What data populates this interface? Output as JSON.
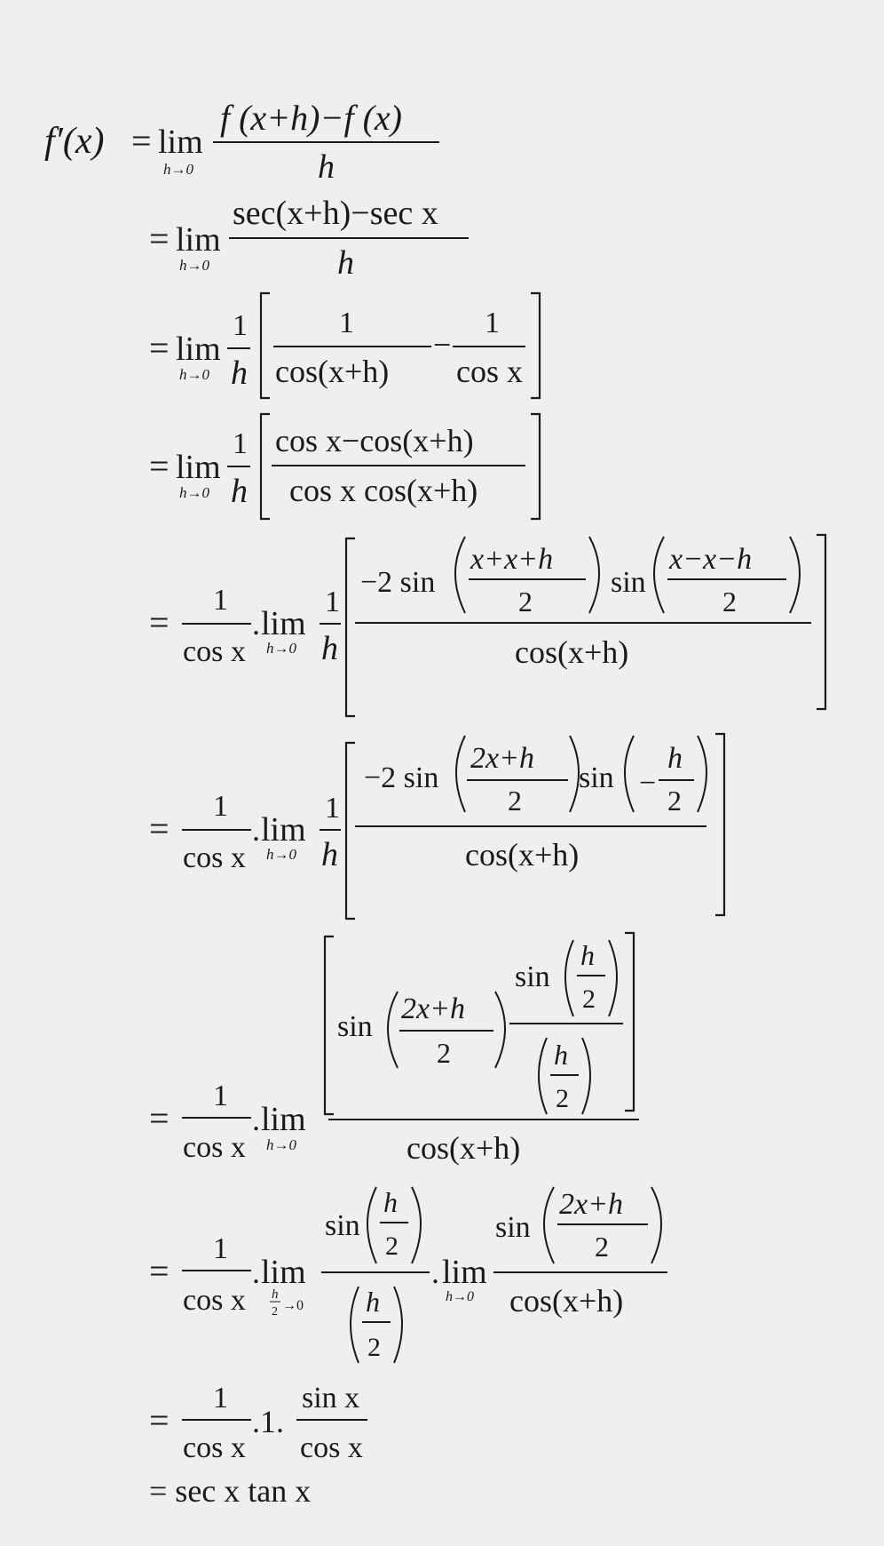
{
  "derivation": {
    "step1": {
      "lhs": "f′(x)",
      "eq": "=",
      "lim": "lim",
      "sub": "h→0",
      "num": "f (x+h)−f (x)",
      "den": "h"
    },
    "step2": {
      "eq": "=",
      "lim": "lim",
      "sub": "h→0",
      "num": "sec(x+h)−sec x",
      "den": "h"
    },
    "step3": {
      "eq": "=",
      "lim": "lim",
      "sub": "h→0",
      "one": "1",
      "h": "h",
      "t1_num": "1",
      "t1_den": "cos(x+h)",
      "minus": "−",
      "t2_num": "1",
      "t2_den": "cos x"
    },
    "step4": {
      "eq": "=",
      "lim": "lim",
      "sub": "h→0",
      "one": "1",
      "h": "h",
      "num": "cos x−cos(x+h)",
      "den": "cos x cos(x+h)"
    },
    "step5": {
      "eq": "=",
      "one": "1",
      "cosx": "cos x",
      "dot": ".",
      "lim": "lim",
      "sub": "h→0",
      "one_b": "1",
      "h": "h",
      "coef": "−2 sin",
      "arg1_num": "x+x+h",
      "arg1_den": "2",
      "sin": "sin",
      "arg2_num": "x−x−h",
      "arg2_den": "2",
      "den": "cos(x+h)"
    },
    "step6": {
      "eq": "=",
      "one": "1",
      "cosx": "cos x",
      "dot": ".",
      "lim": "lim",
      "sub": "h→0",
      "one_b": "1",
      "h": "h",
      "coef": "−2 sin",
      "arg1_num": "2x+h",
      "arg1_den": "2",
      "sin": "sin",
      "minus": "−",
      "arg2_num": "h",
      "arg2_den": "2",
      "den": "cos(x+h)"
    },
    "step7": {
      "eq": "=",
      "one": "1",
      "cosx": "cos x",
      "dot": ".",
      "lim": "lim",
      "sub": "h→0",
      "sin1": "sin",
      "arg1_num": "2x+h",
      "arg1_den": "2",
      "sin2": "sin",
      "arg2_num": "h",
      "arg2_den": "2",
      "arg3_num": "h",
      "arg3_den": "2",
      "den": "cos(x+h)"
    },
    "step8": {
      "eq": "=",
      "one": "1",
      "cosx": "cos x",
      "dot1": ".",
      "lim1": "lim",
      "sub1_num": "h",
      "sub1_den": "2",
      "sub1_arrow": "→0",
      "sin1": "sin",
      "a_num": "h",
      "a_den": "2",
      "b_num": "h",
      "b_den": "2",
      "dot2": ".",
      "lim2": "lim",
      "sub2": "h→0",
      "sin2": "sin",
      "c_num": "2x+h",
      "c_den": "2",
      "den2": "cos(x+h)"
    },
    "step9": {
      "eq": "=",
      "one": "1",
      "cosx": "cos x",
      "mid": ".1.",
      "num": "sin x",
      "den": "cos x"
    },
    "step10": {
      "result": "= sec x tan x"
    }
  }
}
